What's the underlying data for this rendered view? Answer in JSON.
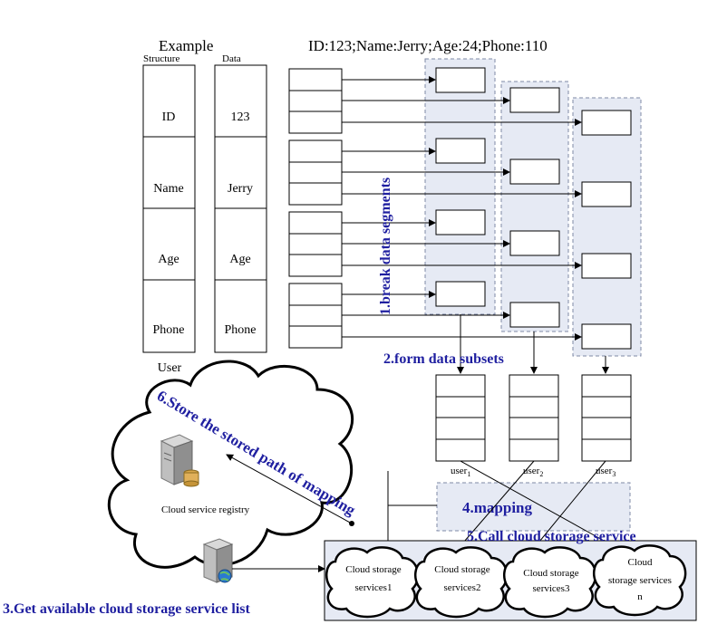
{
  "header": {
    "example": "Example",
    "id_line": "ID:123;Name:Jerry;Age:24;Phone:110",
    "structure": "Structure",
    "data": "Data"
  },
  "structure_col": {
    "rows": [
      "ID",
      "Name",
      "Age",
      "Phone"
    ],
    "caption": "User"
  },
  "data_col": {
    "rows": [
      "123",
      "Jerry",
      "Age",
      "Phone"
    ],
    "caption": "user"
  },
  "steps": {
    "s1": "1.break data segments",
    "s2": "2.form data subsets",
    "s3": "3.Get available cloud storage service list",
    "s4": "4.mapping",
    "s5": "5.Call cloud storage service",
    "s6": "6.Store the stored path of mapping"
  },
  "users": {
    "u1": "user",
    "u1_sub": "1",
    "u2": "user",
    "u2_sub": "2",
    "u3": "user",
    "u3_sub": "3"
  },
  "registry": {
    "label": "Cloud service registry",
    "server_icon": "server-icon",
    "globe_server_icon": "globe-server-icon"
  },
  "services": [
    {
      "line1": "Cloud storage",
      "line2": "services1"
    },
    {
      "line1": "Cloud storage",
      "line2": "services2"
    },
    {
      "line1": "Cloud storage",
      "line2": "services3"
    },
    {
      "line1": "Cloud",
      "line2": "storage services",
      "line3": "n"
    }
  ],
  "colors": {
    "step_text": "#1f1fa0",
    "panel_fill": "#e6eaf4"
  }
}
